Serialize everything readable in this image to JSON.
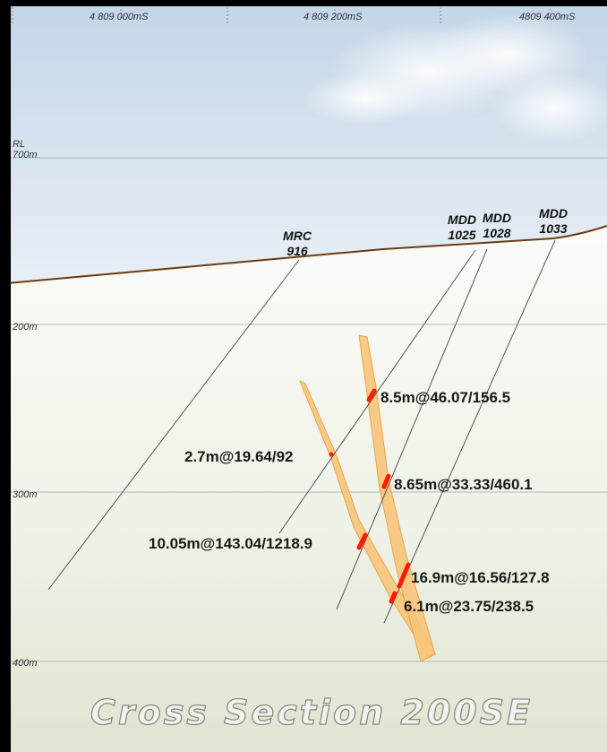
{
  "title": "Cross Section 200SE",
  "eastings": [
    "4 809 000mS",
    "4 809 200mS",
    "4809 400mS"
  ],
  "rl_labels": {
    "heading": "RL",
    "levels": [
      "700m",
      "200m",
      "300m",
      "400m"
    ]
  },
  "drillholes": [
    {
      "prefix": "MRC",
      "number": "916"
    },
    {
      "prefix": "MDD",
      "number": "1025"
    },
    {
      "prefix": "MDD",
      "number": "1028"
    },
    {
      "prefix": "MDD",
      "number": "1033"
    }
  ],
  "intercepts": [
    "8.5m@46.07/156.5",
    "2.7m@19.64/92",
    "8.65m@33.33/460.1",
    "10.05m@143.04/1218.9",
    "16.9m@16.56/127.8",
    "6.1m@23.75/238.5"
  ],
  "colors": {
    "sky_top": "#c5d6e8",
    "sky_bottom": "#e7eef5",
    "ground_top": "#f8f9f4",
    "ground_bottom": "#e3e8d8",
    "surface_line": "#6b3a14",
    "vein_fill": "#f8c47a",
    "vein_edge": "#e7a443",
    "intercept_red": "#ff1a00",
    "drill_trace": "#555555",
    "grid_line": "#9aa0a6"
  }
}
